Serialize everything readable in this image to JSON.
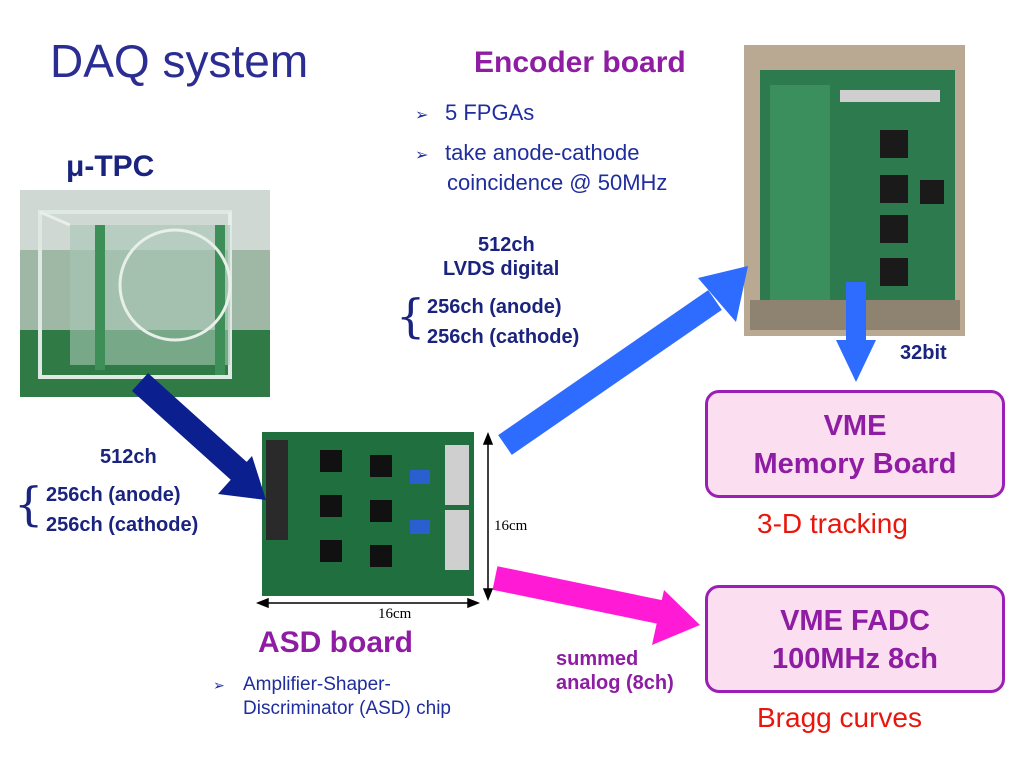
{
  "title": "DAQ system",
  "tpc": {
    "label": "μ-TPC"
  },
  "encoder": {
    "title": "Encoder board",
    "bullets": [
      "5 FPGAs",
      "take anode-cathode",
      "coincidence @ 50MHz"
    ]
  },
  "lvds": {
    "line1": "512ch",
    "line2": "LVDS digital",
    "anode": "256ch (anode)",
    "cathode": "256ch (cathode)"
  },
  "bus": {
    "label": "32bit"
  },
  "asd_in": {
    "line1": "512ch",
    "anode": "256ch (anode)",
    "cathode": "256ch (cathode)"
  },
  "asd": {
    "title": "ASD board",
    "dim_w": "16cm",
    "dim_h": "16cm",
    "bullets": [
      "Amplifier-Shaper-",
      "Discriminator (ASD) chip"
    ]
  },
  "vme_mem": {
    "line1": "VME",
    "line2": "Memory Board",
    "caption": "3-D tracking"
  },
  "vme_fadc": {
    "line1": "VME FADC",
    "line2": "100MHz 8ch",
    "caption": "Bragg curves"
  },
  "analog": {
    "line1": "summed",
    "line2": "analog (8ch)"
  },
  "colors": {
    "title": "#2b2d92",
    "purple": "#8e1da3",
    "box_fill": "#fbdff0",
    "arrow_navy": "#0b1f8f",
    "arrow_blue": "#2e6bff",
    "arrow_magenta": "#ff1bd6",
    "caption_red": "#e8160c"
  }
}
